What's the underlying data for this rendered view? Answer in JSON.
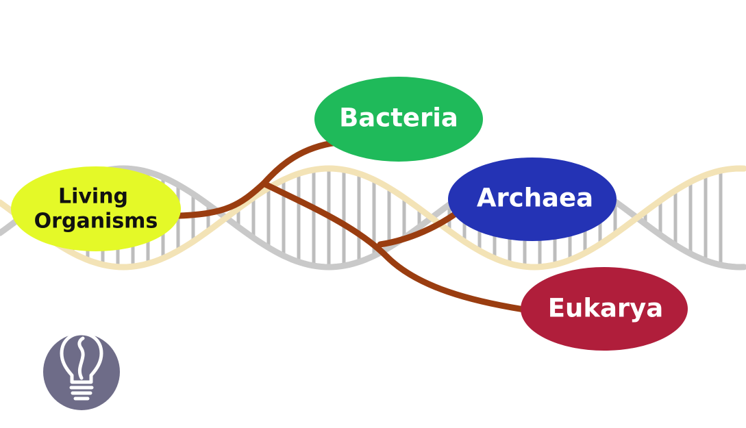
{
  "nodes": {
    "root": {
      "line1": "Living",
      "line2": "Organisms",
      "fill": "#e4f928",
      "text_color": "#111111"
    },
    "bacteria": {
      "label": "Bacteria",
      "fill": "#1fba5a",
      "text_color": "#ffffff"
    },
    "archaea": {
      "label": "Archaea",
      "fill": "#2433b5",
      "text_color": "#ffffff"
    },
    "eukarya": {
      "label": "Eukarya",
      "fill": "#b01e3b",
      "text_color": "#ffffff"
    }
  },
  "colors": {
    "branch": "#9a3d10",
    "dna_strand_back": "#c9c9c9",
    "dna_strand_front": "#f3e3b6",
    "dna_rung": "#bdbdbd",
    "logo_circle": "#6e6c88",
    "logo_glyph": "#ffffff"
  },
  "icons": {
    "logo": "lightbulb-icon"
  }
}
